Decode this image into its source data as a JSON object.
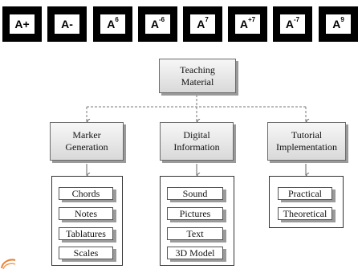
{
  "markers": [
    {
      "base": "A+",
      "sup": ""
    },
    {
      "base": "A-",
      "sup": ""
    },
    {
      "base": "A",
      "sup": "6"
    },
    {
      "base": "A",
      "sup": "-6"
    },
    {
      "base": "A",
      "sup": "7"
    },
    {
      "base": "A",
      "sup": "+7"
    },
    {
      "base": "A",
      "sup": "-7"
    },
    {
      "base": "A",
      "sup": "9"
    }
  ],
  "root": {
    "line1": "Teaching",
    "line2": "Material"
  },
  "categories": [
    {
      "line1": "Marker",
      "line2": "Generation",
      "items": [
        "Chords",
        "Notes",
        "Tablatures",
        "Scales"
      ]
    },
    {
      "line1": "Digital",
      "line2": "Information",
      "items": [
        "Sound",
        "Pictures",
        "Text",
        "3D Model"
      ]
    },
    {
      "line1": "Tutorial",
      "line2": "Implementation",
      "items": [
        "Practical",
        "Theoretical"
      ]
    }
  ],
  "colors": {
    "marker_bg": "#000000",
    "box_gradient_top": "#f7f7f7",
    "box_gradient_bottom": "#d9d9d9",
    "shadow": "#9a9a9a",
    "connector": "#666666",
    "logo": "#e8833a"
  }
}
